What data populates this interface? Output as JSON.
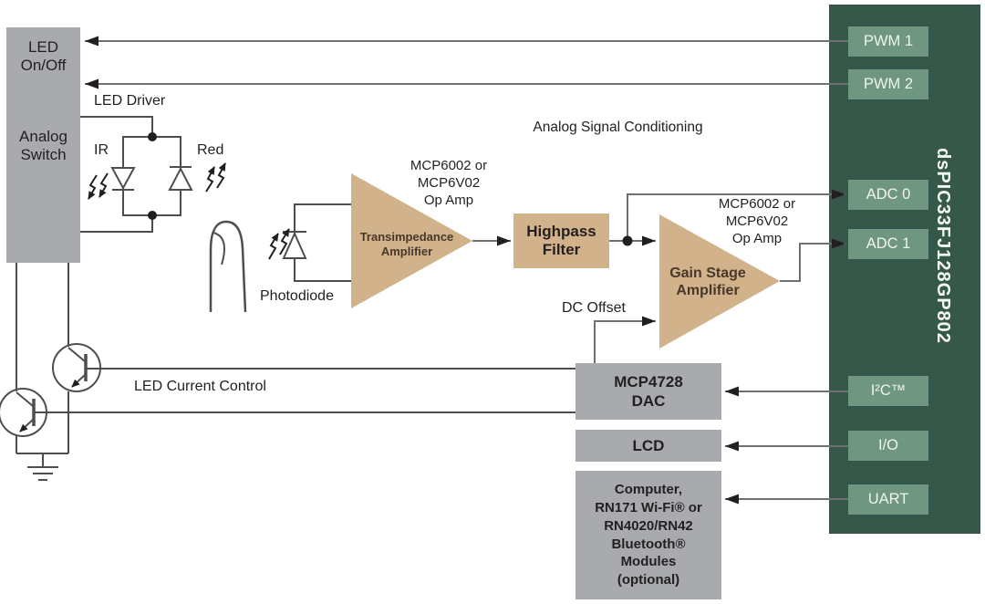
{
  "mcu": {
    "name": "dsPIC33FJ128GP802",
    "ports": [
      "PWM 1",
      "PWM 2",
      "ADC 0",
      "ADC 1",
      "I²C™",
      "I/O",
      "UART"
    ]
  },
  "blocks": {
    "analog_switch_top": "LED\nOn/Off",
    "analog_switch_bottom": "Analog\nSwitch",
    "highpass": "Highpass\nFilter",
    "dac": "MCP4728\nDAC",
    "lcd": "LCD",
    "computer": "Computer,\nRN171 Wi-Fi® or\nRN4020/RN42\nBluetooth®\nModules\n(optional)",
    "tia": "Transimpedance\nAmplifier",
    "gain": "Gain Stage\nAmplifier"
  },
  "labels": {
    "led_driver": "LED Driver",
    "ir": "IR",
    "red": "Red",
    "photodiode": "Photodiode",
    "analog_signal_conditioning": "Analog Signal Conditioning",
    "opamp1": "MCP6002 or\nMCP6V02\nOp Amp",
    "opamp2": "MCP6002 or\nMCP6V02\nOp Amp",
    "dc_offset": "DC Offset",
    "led_current_control": "LED Current Control"
  },
  "colors": {
    "mcu_panel": "#36584a",
    "port_box": "#6f9681",
    "amplifier_tan": "#d2b28a",
    "gray_box": "#a8aaad",
    "wire_gray": "#6e6f71",
    "symbol_gray": "#4d4e50",
    "arrowhead": "#231f20",
    "text": "#231f20",
    "port_text": "#eef4ef"
  }
}
